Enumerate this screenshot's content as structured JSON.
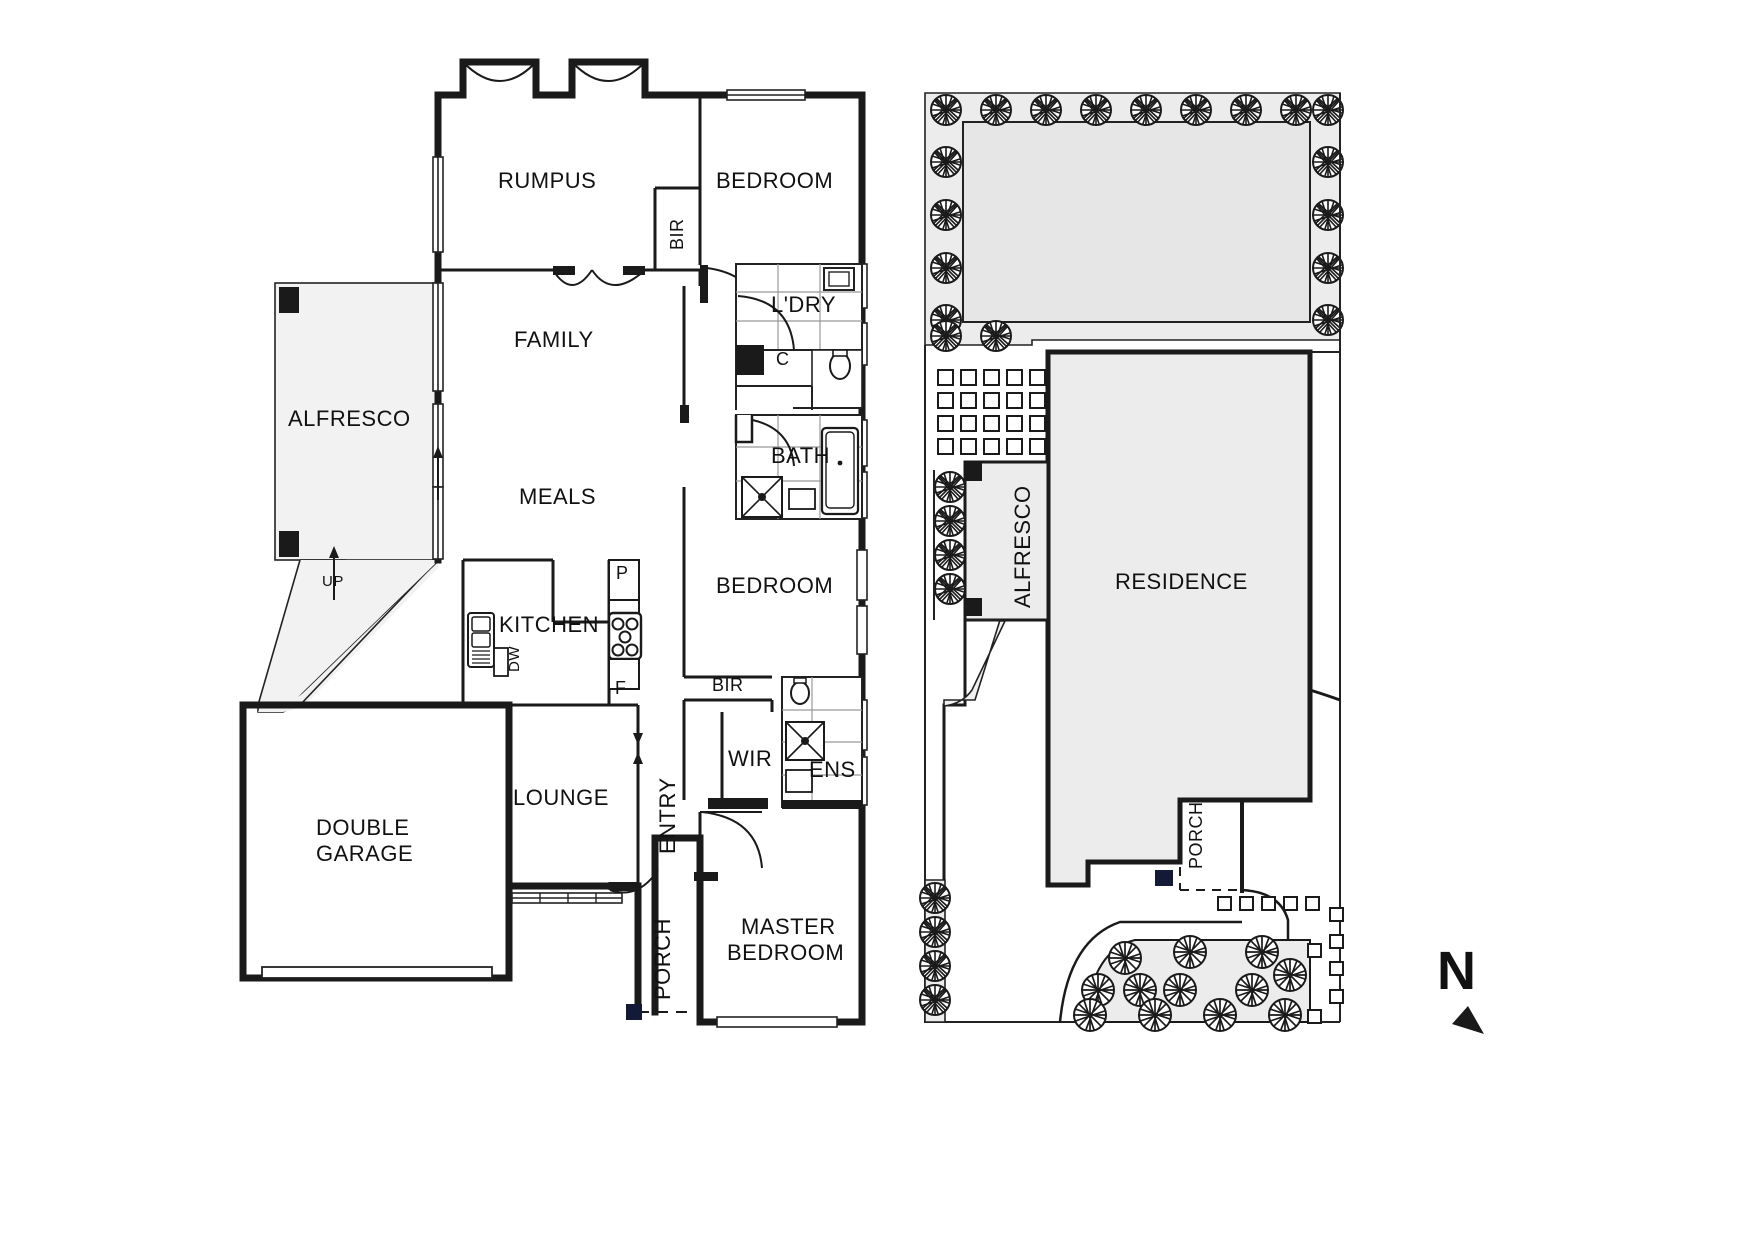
{
  "plan": {
    "title": "Residential Floor Plan",
    "ground_floor": {
      "rooms": [
        {
          "key": "rumpus",
          "label": "RUMPUS"
        },
        {
          "key": "bedroom_top",
          "label": "BEDROOM"
        },
        {
          "key": "family",
          "label": "FAMILY"
        },
        {
          "key": "alfresco",
          "label": "ALFRESCO"
        },
        {
          "key": "meals",
          "label": "MEALS"
        },
        {
          "key": "kitchen",
          "label": "KITCHEN"
        },
        {
          "key": "lounge",
          "label": "LOUNGE"
        },
        {
          "key": "double_garage_l1",
          "label": "DOUBLE"
        },
        {
          "key": "double_garage_l2",
          "label": "GARAGE"
        },
        {
          "key": "bedroom_mid",
          "label": "BEDROOM"
        },
        {
          "key": "master_l1",
          "label": "MASTER"
        },
        {
          "key": "master_l2",
          "label": "BEDROOM"
        },
        {
          "key": "laundry",
          "label": "L'DRY"
        },
        {
          "key": "bath",
          "label": "BATH"
        },
        {
          "key": "ens",
          "label": "ENS"
        },
        {
          "key": "wir",
          "label": "WIR"
        },
        {
          "key": "entry",
          "label": "ENTRY"
        },
        {
          "key": "porch",
          "label": "PORCH"
        }
      ],
      "annotations": [
        {
          "key": "bir_top",
          "label": "BIR"
        },
        {
          "key": "bir_low",
          "label": "BIR"
        },
        {
          "key": "cupboard",
          "label": "C"
        },
        {
          "key": "pantry",
          "label": "P"
        },
        {
          "key": "fridge",
          "label": "F"
        },
        {
          "key": "dishwasher",
          "label": "DW"
        },
        {
          "key": "stairs_up",
          "label": "UP"
        }
      ]
    },
    "site_plan": {
      "labels": [
        {
          "key": "residence",
          "label": "RESIDENCE"
        },
        {
          "key": "alfresco",
          "label": "ALFRESCO"
        },
        {
          "key": "porch",
          "label": "PORCH"
        }
      ]
    },
    "compass": {
      "north_letter": "N"
    }
  },
  "colors": {
    "wall": "#1a1a1a",
    "line": "#222222",
    "fill_shade": "#ececec",
    "fill_light": "#f4f4f4",
    "text": "#111111",
    "background": "#ffffff",
    "marker": "#121a35"
  }
}
